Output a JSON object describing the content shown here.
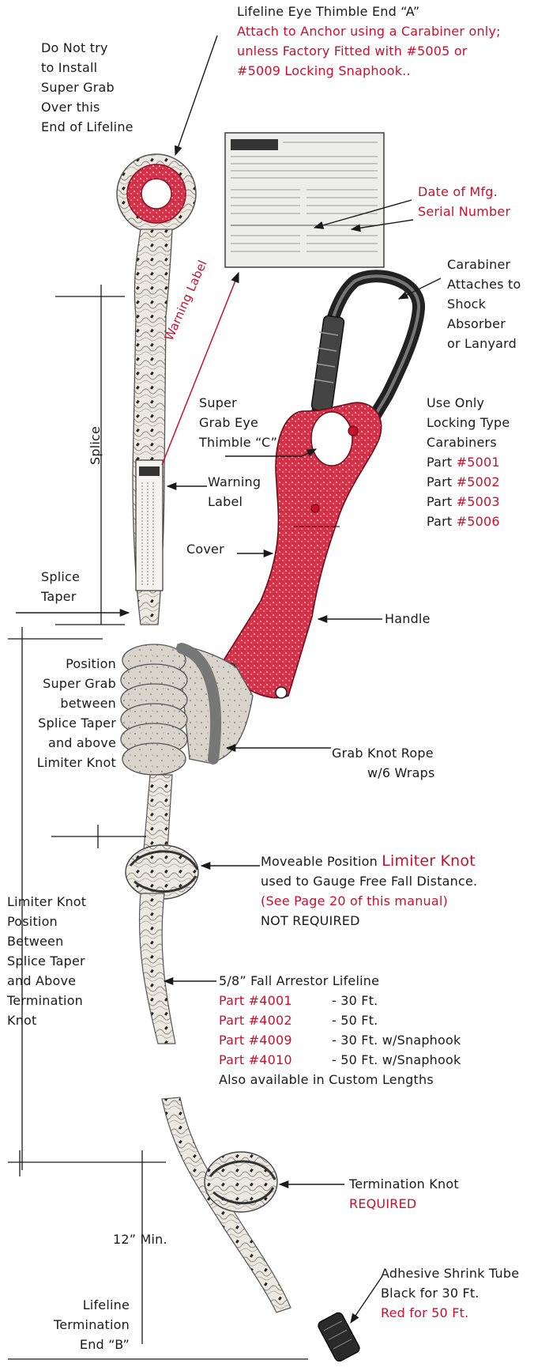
{
  "colors": {
    "accent_red": "#c8102e",
    "rope": "#e9e6df",
    "ink": "#1a1a1a"
  },
  "thimble_a": {
    "title": "Lifeline Eye Thimble End “A”",
    "note_lines": [
      "Attach to Anchor using a Carabiner only;",
      "unless Factory Fitted with #5005 or",
      "#5009 Locking Snaphook.."
    ]
  },
  "do_not": {
    "lines": [
      "Do Not try",
      "to Install",
      "Super Grab",
      "Over this",
      "End of Lifeline"
    ]
  },
  "label_card": {
    "callouts": [
      "Date of Mfg.",
      "Serial Number"
    ]
  },
  "carabiner": {
    "lines": [
      "Carabiner",
      "Attaches to",
      "Shock",
      "Absorber",
      "or Lanyard"
    ]
  },
  "warning_label_diag": "Warning Label",
  "super_grab_eye": {
    "lines": [
      "Super",
      "Grab Eye",
      "Thimble “C”"
    ]
  },
  "use_only": {
    "lines": [
      "Use Only",
      "Locking Type",
      "Carabiners"
    ],
    "parts": [
      {
        "prefix": "Part ",
        "num": "#5001"
      },
      {
        "prefix": "Part ",
        "num": "#5002"
      },
      {
        "prefix": "Part ",
        "num": "#5003"
      },
      {
        "prefix": "Part ",
        "num": "#5006"
      }
    ]
  },
  "splice": "Splice",
  "warning_label": {
    "lines": [
      "Warning",
      "Label"
    ]
  },
  "cover": "Cover",
  "splice_taper": {
    "lines": [
      "Splice",
      "Taper"
    ]
  },
  "handle": "Handle",
  "position": {
    "lines": [
      "Position",
      "Super Grab",
      "between",
      "Splice Taper",
      "and above",
      "Limiter Knot"
    ]
  },
  "grab_knot": {
    "lines": [
      "Grab Knot Rope",
      "w/6 Wraps"
    ]
  },
  "limiter": {
    "line1_prefix": "Moveable Position ",
    "line1_red": "Limiter Knot",
    "line2": "used to Gauge Free Fall Distance.",
    "line3": "(See Page 20 of this manual)",
    "line4": "NOT REQUIRED"
  },
  "limiter_pos": {
    "lines": [
      "Limiter Knot",
      "Position",
      "Between",
      "Splice Taper",
      "and Above",
      "Termination",
      "Knot"
    ]
  },
  "lifeline": {
    "title": "5/8” Fall Arrestor Lifeline",
    "parts": [
      {
        "part": "Part #4001",
        "desc": "- 30 Ft."
      },
      {
        "part": "Part #4002",
        "desc": "- 50 Ft."
      },
      {
        "part": "Part #4009",
        "desc": "- 30 Ft. w/Snaphook"
      },
      {
        "part": "Part #4010",
        "desc": "- 50 Ft. w/Snaphook"
      }
    ],
    "footer": "Also available in Custom Lengths"
  },
  "termination": {
    "line1": "Termination Knot",
    "line2": "REQUIRED"
  },
  "min12": "12” Min.",
  "shrink": {
    "line1": "Adhesive Shrink Tube",
    "line2": "Black for 30 Ft.",
    "line3": "Red for 50 Ft."
  },
  "end_b": {
    "lines": [
      "Lifeline",
      "Termination",
      "End “B”"
    ]
  }
}
